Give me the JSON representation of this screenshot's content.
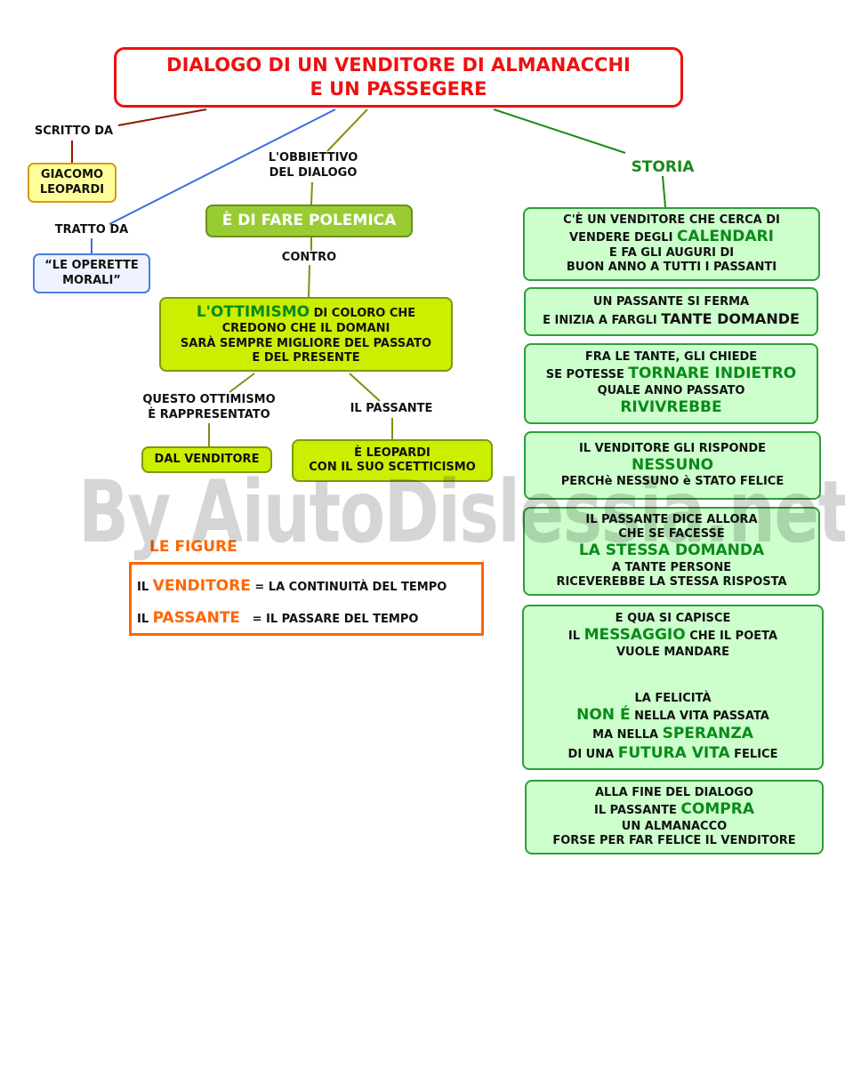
{
  "title": {
    "line1": "DIALOGO DI UN VENDITORE DI ALMANACCHI",
    "line2": "E UN PASSEGERE"
  },
  "left": {
    "scritto_da": "SCRITTO DA",
    "autore": {
      "line1": "GIACOMO",
      "line2": "LEOPARDI"
    },
    "tratto_da": "TRATTO DA",
    "opera": {
      "line1": "“LE OPERETTE",
      "line2": "MORALI”"
    }
  },
  "center": {
    "obiettivo": {
      "line1": "L'OBBIETTIVO",
      "line2": "DEL DIALOGO"
    },
    "polemica": "È DI FARE POLEMICA",
    "contro": "CONTRO",
    "ottimismo": {
      "highlight": "L'OTTIMISMO",
      "rest1": " DI COLORO CHE",
      "line2": "CREDONO CHE IL DOMANI",
      "line3": "SARÀ SEMPRE MIGLIORE DEL PASSATO",
      "line4": "E DEL PRESENTE"
    },
    "rappresentato": {
      "line1": "QUESTO OTTIMISMO",
      "line2": "È RAPPRESENTATO"
    },
    "venditore": "DAL VENDITORE",
    "il_passante": "IL PASSANTE",
    "leopardi": {
      "line1": "È LEOPARDI",
      "line2": "CON IL SUO SCETTICISMO"
    }
  },
  "figure": {
    "heading": "LE FIGURE",
    "row1": {
      "pre": "IL ",
      "key": "VENDITORE",
      "post": " = LA CONTINUITÀ DEL TEMPO"
    },
    "row2": {
      "pre": "IL ",
      "key": "PASSANTE",
      "post": "   = IL PASSARE DEL TEMPO"
    }
  },
  "storia": {
    "heading": "STORIA",
    "box1": {
      "line1": "C'È UN VENDITORE  CHE CERCA DI",
      "line2_pre": "VENDERE DEGLI ",
      "line2_hl": "CALENDARI",
      "line3": "E FA GLI AUGURI DI",
      "line4": "BUON ANNO A TUTTI I PASSANTI"
    },
    "box2": {
      "line1": "UN PASSANTE SI FERMA",
      "line2_pre": "E INIZIA A FARGLI ",
      "line2_big": "TANTE DOMANDE"
    },
    "box3": {
      "line1": "FRA LE TANTE, GLI CHIEDE",
      "line2_pre": "SE POTESSE ",
      "line2_hl": "TORNARE INDIETRO",
      "line3": "QUALE ANNO PASSATO",
      "line4_hl": "RIVIVREBBE"
    },
    "box4": {
      "line1": "IL VENDITORE GLI RISPONDE",
      "line2_hl": "NESSUNO",
      "line3": "PERCHè NESSUNO è STATO FELICE"
    },
    "box5": {
      "line1": "IL PASSANTE DICE ALLORA",
      "line2": "CHE SE FACESSE",
      "line3_hl": "LA STESSA DOMANDA",
      "line4": "A TANTE PERSONE",
      "line5": "RICEVEREBBE LA STESSA RISPOSTA"
    },
    "box6": {
      "line1": "E QUA SI CAPISCE",
      "line2_pre": "IL ",
      "line2_hl": "MESSAGGIO",
      "line2_post": " CHE IL POETA",
      "line3": "VUOLE MANDARE",
      "line4": "LA FELICITÀ",
      "line5_hl": "NON É",
      "line5_post": " NELLA VITA PASSATA",
      "line6_pre": "MA NELLA ",
      "line6_hl": "SPERANZA",
      "line7_pre": "DI UNA ",
      "line7_hl": "FUTURA VITA",
      "line7_post": " FELICE"
    },
    "box7": {
      "line1": "ALLA FINE DEL DIALOGO",
      "line2_pre": "IL PASSANTE ",
      "line2_hl": "COMPRA",
      "line3": "UN ALMANACCO",
      "line4": "FORSE PER FAR FELICE IL VENDITORE"
    }
  },
  "watermark": "By AiutoDislessia.net"
}
